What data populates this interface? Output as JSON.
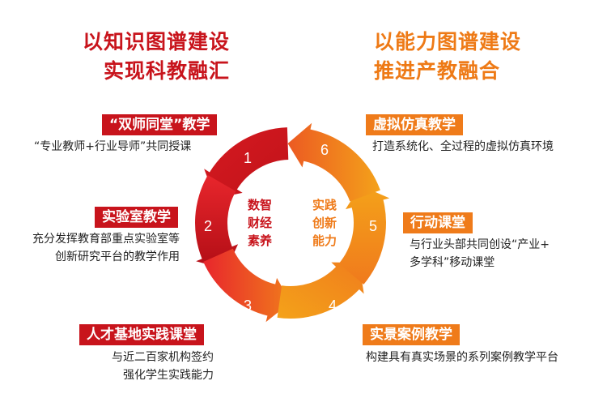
{
  "headings": {
    "left": [
      "以知识图谱建设",
      "实现科教融汇"
    ],
    "right": [
      "以能力图谱建设",
      "推进产教融合"
    ]
  },
  "center": {
    "left": [
      "数智",
      "财经",
      "素养"
    ],
    "right": [
      "实践",
      "创新",
      "能力"
    ]
  },
  "steps": [
    {
      "num": "1",
      "title": "“双师同堂”教学",
      "desc": [
        "“专业教师+行业导师”共同授课"
      ]
    },
    {
      "num": "2",
      "title": "实验室教学",
      "desc": [
        "充分发挥教育部重点实验室等",
        "创新研究平台的教学作用"
      ]
    },
    {
      "num": "3",
      "title": "人才基地实践课堂",
      "desc": [
        "与近二百家机构签约",
        "强化学生实践能力"
      ]
    },
    {
      "num": "4",
      "title": "实景案例教学",
      "desc": [
        "构建具有真实场景的系列案例教学平台"
      ]
    },
    {
      "num": "5",
      "title": "行动课堂",
      "desc": [
        "与行业头部共同创设“产业+",
        "多学科”移动课堂"
      ]
    },
    {
      "num": "6",
      "title": "虚拟仿真教学",
      "desc": [
        "打造系统化、全过程的虚拟仿真环境"
      ]
    }
  ],
  "colors": {
    "red": "#c8141c",
    "orange": "#ef7b1a",
    "yellow": "#f5a623"
  }
}
